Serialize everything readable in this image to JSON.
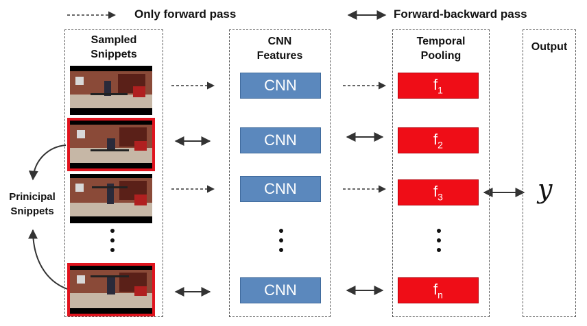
{
  "legend": {
    "forward_only": "Only forward pass",
    "forward_backward": "Forward-backward pass"
  },
  "columns": {
    "snippets": [
      "Sampled",
      "Snippets"
    ],
    "features": [
      "CNN",
      "Features"
    ],
    "pooling": [
      "Temporal",
      "Pooling"
    ],
    "output": "Output"
  },
  "side_label": [
    "Prinicipal",
    "Snippets"
  ],
  "cnn_label": "CNN",
  "feature_labels": [
    {
      "base": "f",
      "sub": "1"
    },
    {
      "base": "f",
      "sub": "2"
    },
    {
      "base": "f",
      "sub": "3"
    },
    {
      "base": "f",
      "sub": "n"
    }
  ],
  "output_symbol": "y",
  "rows": [
    {
      "snippet": "sampled",
      "arrow": "forward-only"
    },
    {
      "snippet": "principal",
      "arrow": "forward-backward"
    },
    {
      "snippet": "sampled",
      "arrow": "forward-only"
    },
    {
      "snippet": "principal",
      "arrow": "forward-backward"
    }
  ],
  "colors": {
    "cnn_fill": "#5b88bd",
    "pool_fill": "#ef0d17",
    "principal_border": "#e0141e"
  }
}
